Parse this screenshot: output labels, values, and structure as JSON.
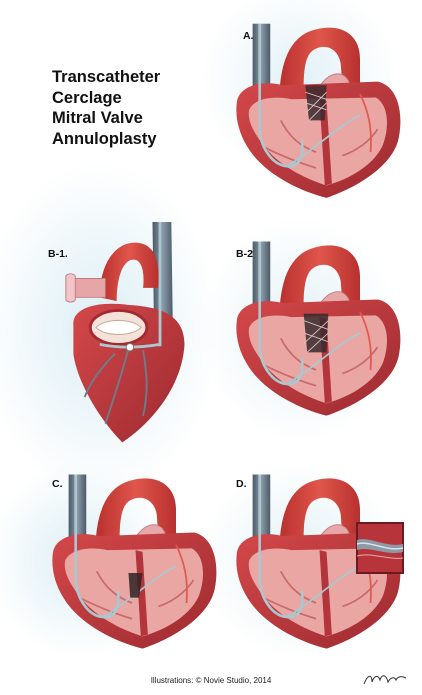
{
  "title_lines": [
    "Transcatheter",
    "Cerclage",
    "Mitral Valve",
    "Annuloplasty"
  ],
  "panels": [
    {
      "id": "a",
      "label": "A."
    },
    {
      "id": "b1",
      "label": "B-1."
    },
    {
      "id": "b2",
      "label": "B-2."
    },
    {
      "id": "c",
      "label": "C."
    },
    {
      "id": "d",
      "label": "D."
    }
  ],
  "credit": "Illustrations: © Novie Studio, 2014",
  "colors": {
    "myocardium": "#c23a3e",
    "myocardium_dark": "#8e1f26",
    "chamber_interior": "#e9a4a2",
    "aorta": "#d9473f",
    "pulmonary": "#e6a6a8",
    "vena_cava": "#5f6f7f",
    "catheter": "#9fbfc8",
    "background_glow": "#bfe0ec"
  }
}
